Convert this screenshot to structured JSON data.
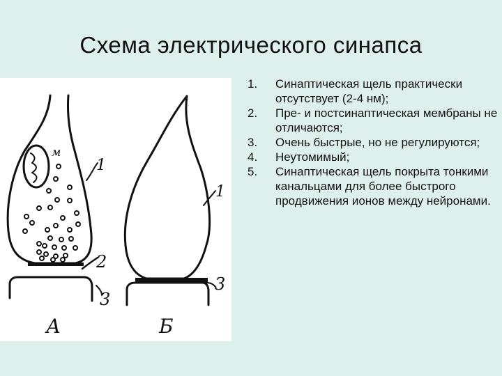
{
  "slide": {
    "title": "Схема электрического синапса",
    "points": [
      {
        "num": "1.",
        "text": "Синаптическая щель практически отсутствует (2-4 нм);"
      },
      {
        "num": "2.",
        "text": "Пре- и постсинаптическая мембраны не отличаются;"
      },
      {
        "num": "3.",
        "text": "Очень быстрые, но не регулируются;"
      },
      {
        "num": "4.",
        "text": "Неутомимый;"
      },
      {
        "num": "5.",
        "text": "Синаптическая щель покрыта тонкими канальцами для более быстрого продвижения ионов между нейронами."
      }
    ]
  },
  "figure": {
    "labels": {
      "mito": "м",
      "panel_a_1": "1",
      "panel_a_2": "2",
      "panel_a_3": "3",
      "panel_b_1": "1",
      "panel_b_3": "3",
      "panel_a": "А",
      "panel_b": "Б"
    },
    "colors": {
      "ink": "#111111",
      "background": "#ffffff",
      "slide": "#ddf0ec"
    }
  }
}
